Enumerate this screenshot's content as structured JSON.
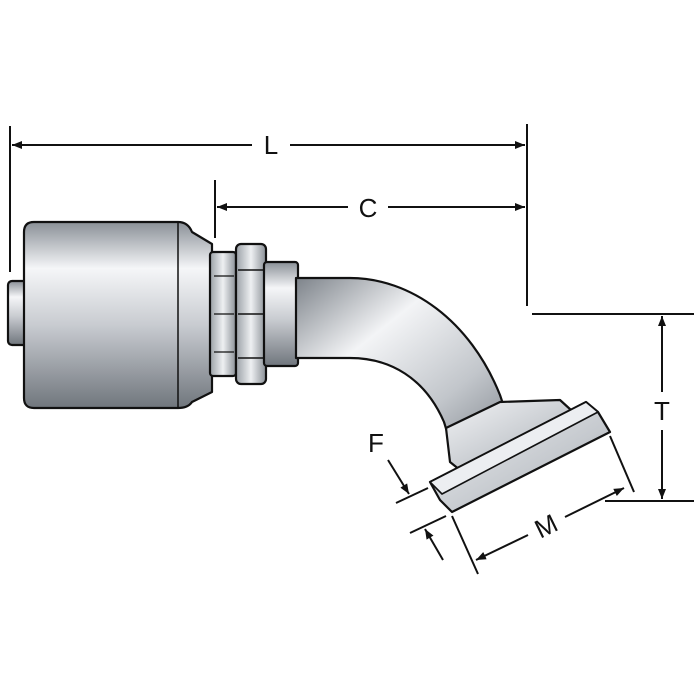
{
  "diagram": {
    "dimensions": {
      "L": "L",
      "C": "C",
      "T": "T",
      "M": "M",
      "F": "F"
    }
  },
  "colors": {
    "line": "#111111",
    "metal_light": "#f4f5f7",
    "metal_mid": "#c3c7cc",
    "metal_dark": "#7e848b"
  }
}
